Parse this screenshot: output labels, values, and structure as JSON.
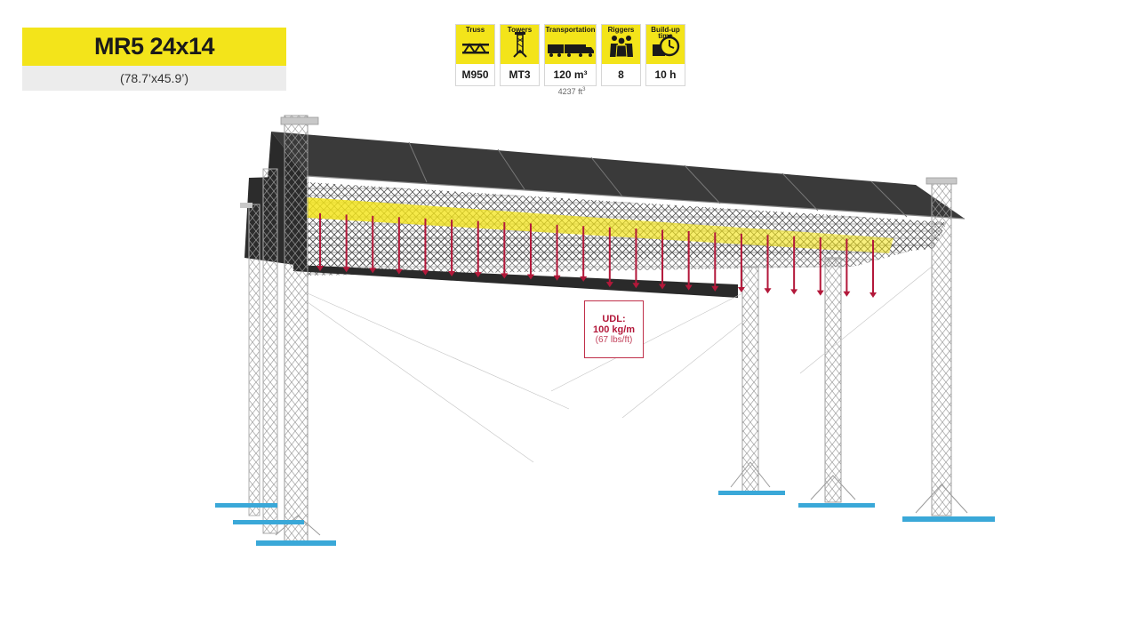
{
  "header": {
    "title": "MR5 24x14",
    "subtitle": "(78.7’x45.9’)"
  },
  "specs": [
    {
      "label": "Truss",
      "value": "M950",
      "icon": "truss-icon"
    },
    {
      "label": "Towers",
      "value": "MT3",
      "icon": "tower-icon"
    },
    {
      "label": "Transportation",
      "value": "120 m³",
      "icon": "truck-icon"
    },
    {
      "label": "Riggers",
      "value": "8",
      "icon": "riggers-icon"
    },
    {
      "label": "Build-up time",
      "value": "10 h",
      "icon": "stopwatch-icon"
    }
  ],
  "spec_note": {
    "value": "4237 ft",
    "exp": "3"
  },
  "load": {
    "label": "UDL:",
    "value": "100 kg/m",
    "imperial": "(67 lbs/ft)"
  },
  "colors": {
    "brand_yellow": "#f3e41a",
    "load_red": "#b3183a",
    "base_blue": "#3aa8d8",
    "roof_dark": "#3a3a3a"
  }
}
